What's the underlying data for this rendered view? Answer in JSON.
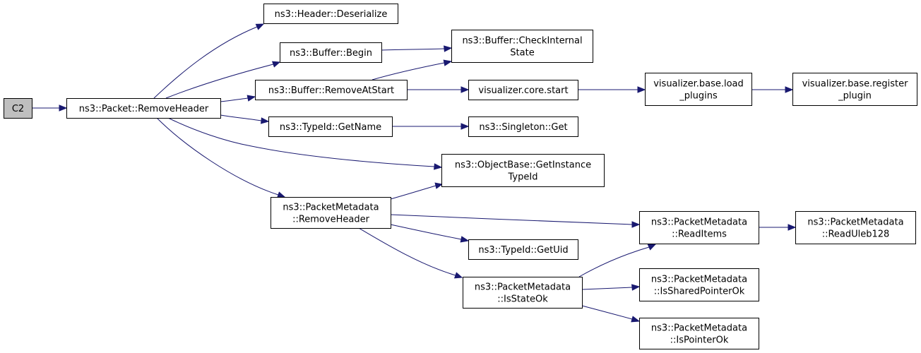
{
  "colors": {
    "edge": "#191970",
    "node_fill": "#ffffff",
    "node_fill_root": "#bfbfbf",
    "node_border": "#000000"
  },
  "nodes": {
    "c2": {
      "lines": [
        "C2"
      ]
    },
    "packet_remove_header": {
      "lines": [
        "ns3::Packet::RemoveHeader"
      ]
    },
    "header_deserialize": {
      "lines": [
        "ns3::Header::Deserialize"
      ]
    },
    "buffer_begin": {
      "lines": [
        "ns3::Buffer::Begin"
      ]
    },
    "buffer_check_internal_state": {
      "lines": [
        "ns3::Buffer::CheckInternal",
        "State"
      ]
    },
    "buffer_remove_at_start": {
      "lines": [
        "ns3::Buffer::RemoveAtStart"
      ]
    },
    "visualizer_core_start": {
      "lines": [
        "visualizer.core.start"
      ]
    },
    "visualizer_base_load_plugins": {
      "lines": [
        "visualizer.base.load",
        "_plugins"
      ]
    },
    "visualizer_base_register_plugin": {
      "lines": [
        "visualizer.base.register",
        "_plugin"
      ]
    },
    "typeid_get_name": {
      "lines": [
        "ns3::TypeId::GetName"
      ]
    },
    "singleton_get": {
      "lines": [
        "ns3::Singleton::Get"
      ]
    },
    "objectbase_get_instance_typeid": {
      "lines": [
        "ns3::ObjectBase::GetInstance",
        "TypeId"
      ]
    },
    "packet_metadata_remove_header": {
      "lines": [
        "ns3::PacketMetadata",
        "::RemoveHeader"
      ]
    },
    "packet_metadata_read_items": {
      "lines": [
        "ns3::PacketMetadata",
        "::ReadItems"
      ]
    },
    "packet_metadata_read_uleb128": {
      "lines": [
        "ns3::PacketMetadata",
        "::ReadUleb128"
      ]
    },
    "typeid_get_uid": {
      "lines": [
        "ns3::TypeId::GetUid"
      ]
    },
    "packet_metadata_is_state_ok": {
      "lines": [
        "ns3::PacketMetadata",
        "::IsStateOk"
      ]
    },
    "packet_metadata_is_shared_pointer_ok": {
      "lines": [
        "ns3::PacketMetadata",
        "::IsSharedPointerOk"
      ]
    },
    "packet_metadata_is_pointer_ok": {
      "lines": [
        "ns3::PacketMetadata",
        "::IsPointerOk"
      ]
    }
  },
  "edges": [
    {
      "from": "c2",
      "to": "packet_remove_header"
    },
    {
      "from": "packet_remove_header",
      "to": "header_deserialize"
    },
    {
      "from": "packet_remove_header",
      "to": "buffer_begin"
    },
    {
      "from": "packet_remove_header",
      "to": "buffer_remove_at_start"
    },
    {
      "from": "packet_remove_header",
      "to": "typeid_get_name"
    },
    {
      "from": "packet_remove_header",
      "to": "objectbase_get_instance_typeid"
    },
    {
      "from": "packet_remove_header",
      "to": "packet_metadata_remove_header"
    },
    {
      "from": "buffer_begin",
      "to": "buffer_check_internal_state"
    },
    {
      "from": "buffer_remove_at_start",
      "to": "buffer_check_internal_state"
    },
    {
      "from": "buffer_remove_at_start",
      "to": "visualizer_core_start"
    },
    {
      "from": "visualizer_core_start",
      "to": "visualizer_base_load_plugins"
    },
    {
      "from": "visualizer_base_load_plugins",
      "to": "visualizer_base_register_plugin"
    },
    {
      "from": "typeid_get_name",
      "to": "singleton_get"
    },
    {
      "from": "packet_metadata_remove_header",
      "to": "objectbase_get_instance_typeid"
    },
    {
      "from": "packet_metadata_remove_header",
      "to": "packet_metadata_read_items"
    },
    {
      "from": "packet_metadata_remove_header",
      "to": "typeid_get_uid"
    },
    {
      "from": "packet_metadata_remove_header",
      "to": "packet_metadata_is_state_ok"
    },
    {
      "from": "packet_metadata_read_items",
      "to": "packet_metadata_read_uleb128"
    },
    {
      "from": "packet_metadata_is_state_ok",
      "to": "packet_metadata_read_items"
    },
    {
      "from": "packet_metadata_is_state_ok",
      "to": "packet_metadata_is_shared_pointer_ok"
    },
    {
      "from": "packet_metadata_is_state_ok",
      "to": "packet_metadata_is_pointer_ok"
    }
  ]
}
